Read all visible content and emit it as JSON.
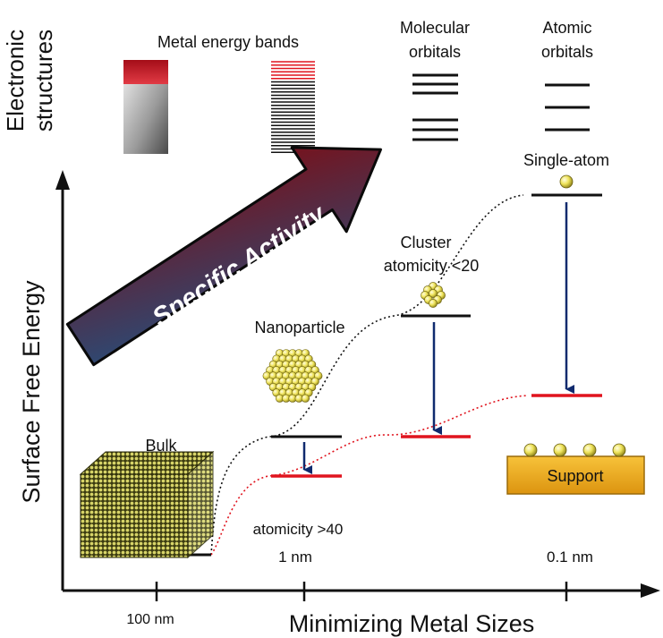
{
  "axes": {
    "y_label": "Surface Free Energy",
    "x_label": "Minimizing Metal Sizes",
    "ticks": [
      "100 nm",
      "1 nm",
      "0.1 nm"
    ]
  },
  "electronic": {
    "row_label_line1": "Electronic",
    "row_label_line2": "structures",
    "bands_title": "Metal energy bands",
    "mo_line1": "Molecular",
    "mo_line2": "orbitals",
    "ao_line1": "Atomic",
    "ao_line2": "orbitals"
  },
  "arrow": {
    "label": "Specific Activity"
  },
  "stages": {
    "bulk": "Bulk",
    "nanoparticle": "Nanoparticle",
    "np_atomicity": "atomicity >40",
    "cluster_line1": "Cluster",
    "cluster_line2": "atomicity <20",
    "single_atom": "Single-atom",
    "support": "Support"
  },
  "colors": {
    "accent_red": "#e0141e",
    "dark_blue": "#0f2a6e",
    "gold": "#f2b21c",
    "arrow_start": "#24507e",
    "arrow_end": "#7d0d14"
  }
}
